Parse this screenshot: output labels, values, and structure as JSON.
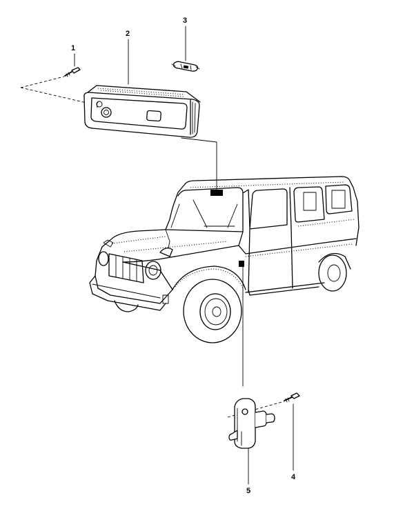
{
  "callouts": {
    "c1": "1",
    "c2": "2",
    "c3": "3",
    "c4": "4",
    "c5": "5"
  },
  "parts": [
    {
      "id": "1",
      "icon": "screw-icon"
    },
    {
      "id": "2",
      "icon": "interior-dome-lamp-icon"
    },
    {
      "id": "3",
      "icon": "festoon-bulb-icon"
    },
    {
      "id": "4",
      "icon": "screw-icon"
    },
    {
      "id": "5",
      "icon": "door-contact-switch-icon"
    }
  ],
  "colors": {
    "line": "#000000",
    "background": "#ffffff"
  }
}
